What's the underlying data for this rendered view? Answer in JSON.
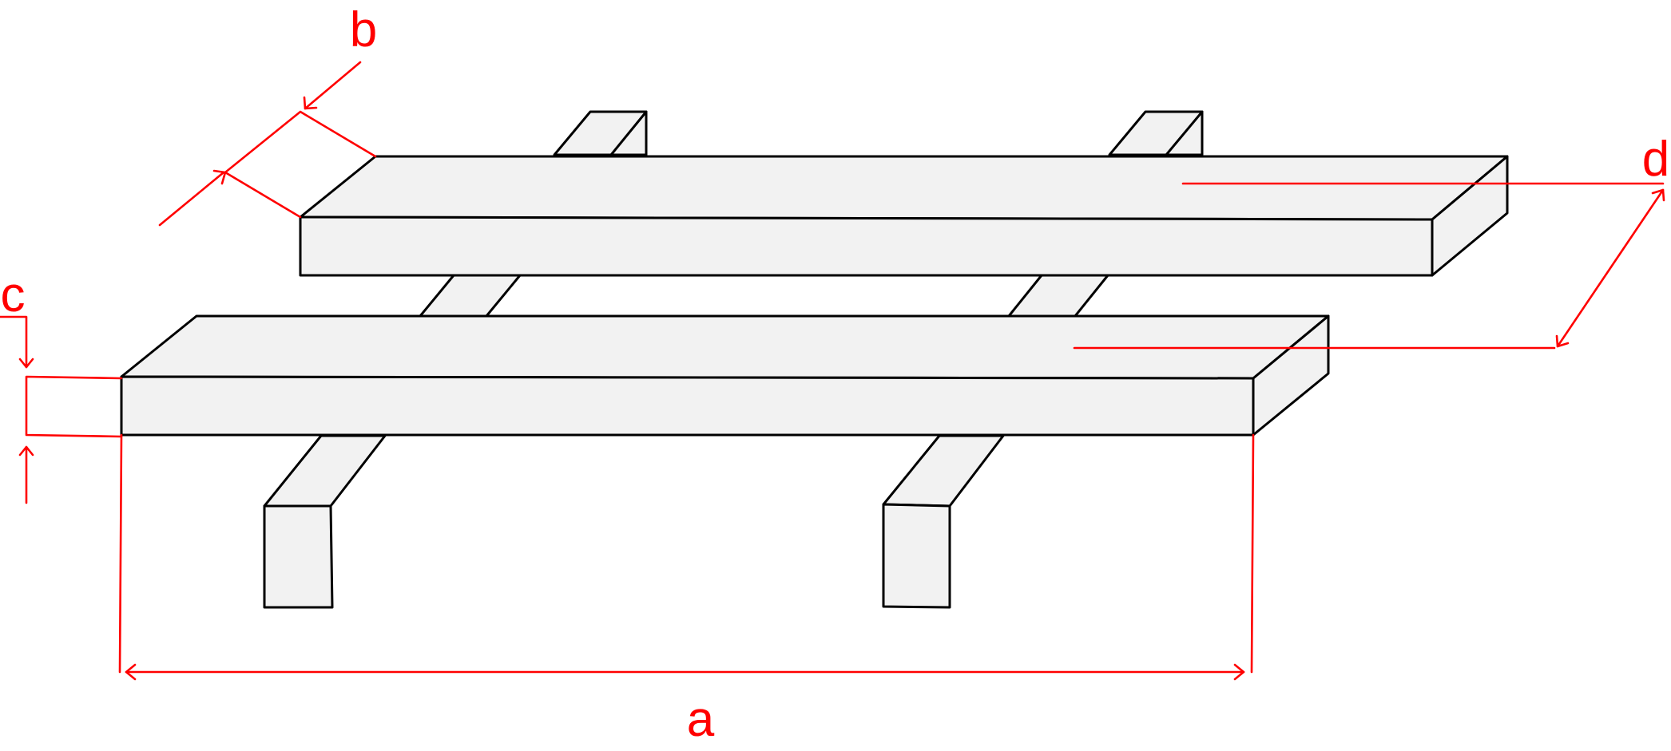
{
  "dimensions": {
    "a": "a",
    "b": "b",
    "c": "c",
    "d": "d"
  },
  "colors": {
    "dimension": "#ff0000",
    "outline": "#000000",
    "fill": "#f2f2f2"
  }
}
